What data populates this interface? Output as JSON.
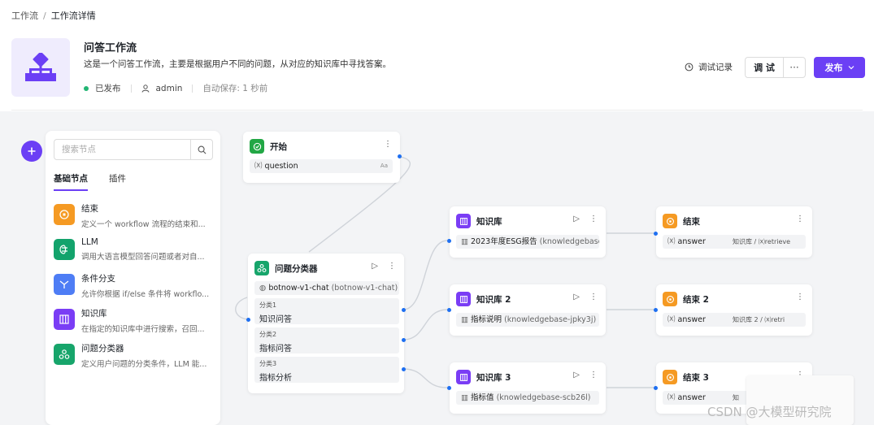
{
  "breadcrumb": {
    "root": "工作流",
    "sep": "/",
    "current": "工作流详情"
  },
  "header": {
    "title": "问答工作流",
    "description": "这是一个问答工作流，主要是根据用户不同的问题，从对应的知识库中寻找答案。",
    "status": "已发布",
    "user": "admin",
    "autosave": "自动保存: 1 秒前",
    "debug_history": "调试记录",
    "debug_button": "调 试",
    "more_button": "···",
    "publish_button": "发布"
  },
  "panel": {
    "search_placeholder": "搜索节点",
    "tabs": [
      "基础节点",
      "插件"
    ],
    "items": [
      {
        "title": "结束",
        "desc": "定义一个 workflow 流程的结束和...",
        "color": "#f59a23"
      },
      {
        "title": "LLM",
        "desc": "调用大语言模型回答问题或者对自...",
        "color": "#13a36c"
      },
      {
        "title": "条件分支",
        "desc": "允许你根据 if/else 条件将 workflo...",
        "color": "#4e7df5"
      },
      {
        "title": "知识库",
        "desc": "在指定的知识库中进行搜索，召回...",
        "color": "#7a3df5"
      },
      {
        "title": "问题分类器",
        "desc": "定义用户问题的分类条件，LLM 能...",
        "color": "#17a56b"
      }
    ]
  },
  "nodes": {
    "start": {
      "title": "开始",
      "var": "question",
      "type_tag": "Aa"
    },
    "classifier": {
      "title": "问题分类器",
      "model": "botnow-v1-chat",
      "model_sub": "(botnow-v1-chat)",
      "classes": [
        {
          "key": "分类1",
          "value": "知识问答"
        },
        {
          "key": "分类2",
          "value": "指标问答"
        },
        {
          "key": "分类3",
          "value": "指标分析"
        }
      ]
    },
    "kb1": {
      "title": "知识库",
      "field": "2023年度ESG报告",
      "field_sub": "(knowledgebase..."
    },
    "kb2": {
      "title": "知识库 2",
      "field": "指标说明",
      "field_sub": "(knowledgebase-jpky3j)"
    },
    "kb3": {
      "title": "知识库 3",
      "field": "指标值",
      "field_sub": "(knowledgebase-scb26l)"
    },
    "end1": {
      "title": "结束",
      "var": "answer",
      "ref": "知识库 / ⒳retrieve"
    },
    "end2": {
      "title": "结束 2",
      "var": "answer",
      "ref": "知识库 2 / ⒳retri"
    },
    "end3": {
      "title": "结束 3",
      "var": "answer",
      "ref": "知"
    }
  },
  "watermark": "CSDN @大模型研究院",
  "colors": {
    "accent": "#6b3ff5",
    "start": "#22a745",
    "classifier": "#17a56b",
    "kb": "#7a3df5",
    "end": "#f59a23",
    "edge": "#1e6ff1"
  }
}
